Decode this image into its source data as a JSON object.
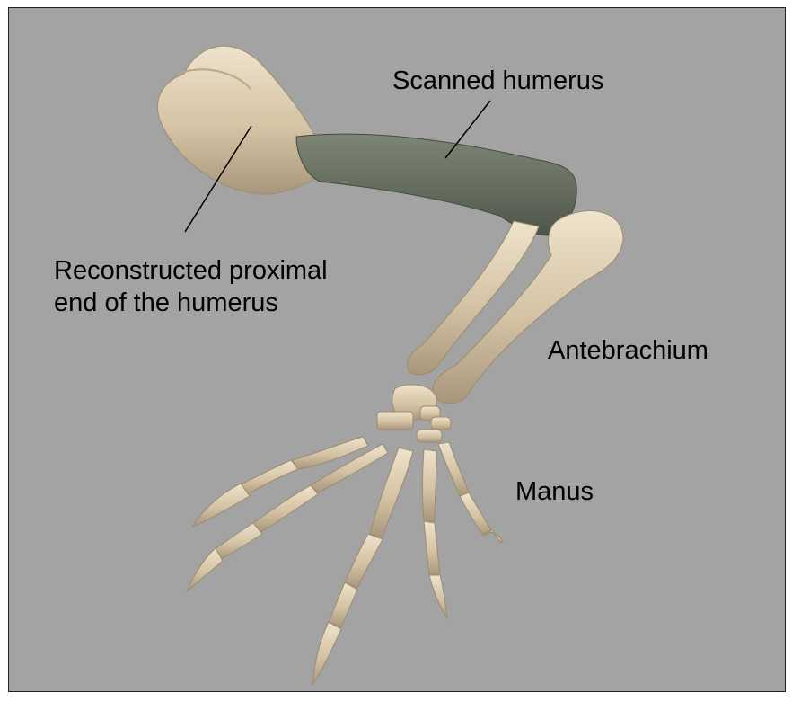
{
  "labels": {
    "scanned_humerus": "Scanned humerus",
    "reconstructed": "Reconstructed proximal\nend of the humerus",
    "antebrachium": "Antebrachium",
    "manus": "Manus"
  },
  "colors": {
    "background": "#a3a3a3",
    "bone": "#d8c9ad",
    "scanned": "#6a7263"
  }
}
